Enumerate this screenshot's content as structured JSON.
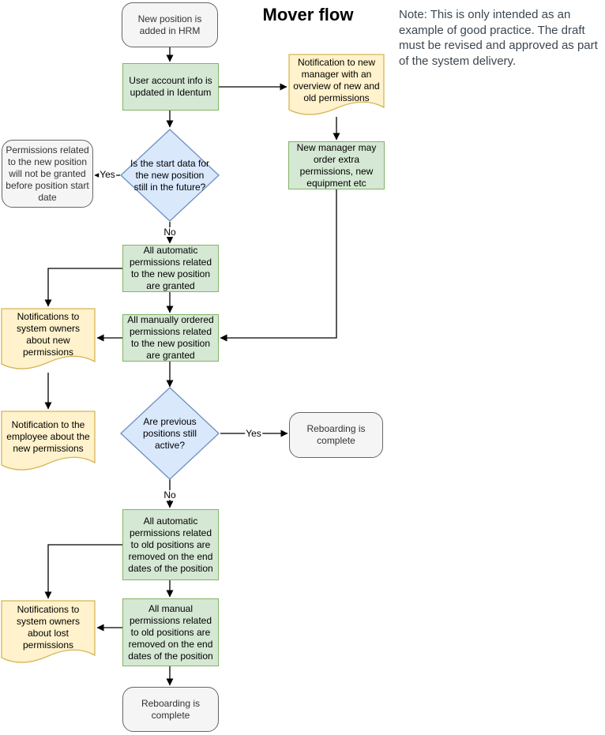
{
  "title": "Mover flow",
  "note": "Note: This is only intended as an example of good practice. The draft must be revised and approved as part of the system delivery.",
  "nodes": {
    "start": "New position is added in HRM",
    "user_account": "User account info is updated in Identum",
    "notif_new_manager": "Notification to new manager with an overview of new and old permissions",
    "new_manager_order": "New manager may order extra permissions, new equipment etc",
    "decision_start_date": "Is the start data for the new position still in the future?",
    "not_granted": "Permissions related to the new position will not be granted before position start date",
    "auto_new_granted": "All automatic permissions related to the new position are granted",
    "notif_owners_new": "Notifications to system owners about new permissions",
    "manual_new_granted": "All manually ordered permissions related to the new position are granted",
    "notif_employee": "Notification to the employee about the new permissions",
    "decision_prev_active": "Are previous positions still active?",
    "reboarding_complete_1": "Reboarding is complete",
    "auto_old_removed": "All automatic permissions related to old positions are removed on the end dates of the position",
    "notif_owners_lost": "Notifications to system owners about lost permissions",
    "manual_old_removed": "All manual permissions related to old positions are removed on the end dates of the position",
    "reboarding_complete_2": "Reboarding is complete"
  },
  "edge_labels": {
    "yes1": "Yes",
    "no1": "No",
    "yes2": "Yes",
    "no2": "No"
  },
  "colors": {
    "process_fill": "#d5e8d4",
    "process_stroke": "#82b366",
    "document_fill": "#fff2cc",
    "document_stroke": "#d6b656",
    "decision_fill": "#dae8fc",
    "decision_stroke": "#6c8ebf",
    "terminator_fill": "#f5f5f5",
    "terminator_stroke": "#666666",
    "edge_stroke": "#000000",
    "note_text": "#3c4650",
    "title_text": "#000000"
  }
}
